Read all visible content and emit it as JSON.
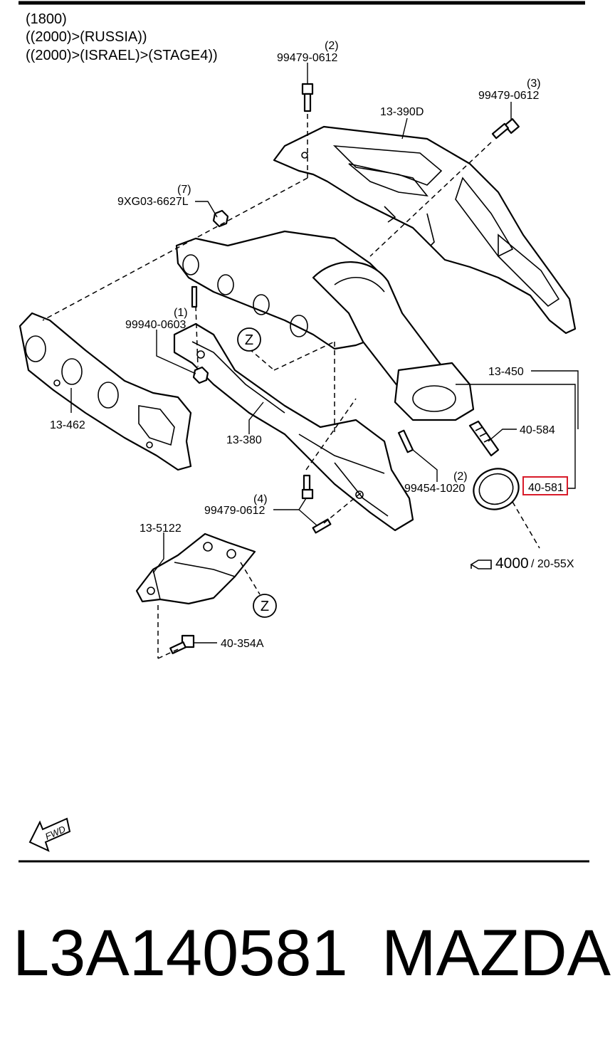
{
  "header": {
    "line1": "(1800)",
    "line2": "((2000)>(RUSSIA))",
    "line3": "((2000)>(ISRAEL)>(STAGE4))"
  },
  "callouts": {
    "bolt_top": {
      "qty": "(2)",
      "code": "99479-0612"
    },
    "bolt_right": {
      "qty": "(3)",
      "code": "99479-0612"
    },
    "heat_shield": "13-390D",
    "nut_top": {
      "qty": "(7)",
      "code": "9XG03-6627L"
    },
    "stud": {
      "qty": "(1)",
      "code": "99940-0603"
    },
    "gasket": "13-462",
    "manifold": "13-380",
    "converter": "13-450",
    "o2_sensor": "40-584",
    "ring_gasket": "40-581",
    "stud_lower": {
      "qty": "(2)",
      "code": "99454-1020"
    },
    "bolt_lower": {
      "qty": "(4)",
      "code": "99479-0612"
    },
    "bracket": "13-5122",
    "bracket_bolt": "40-354A",
    "ref_group": "4000",
    "ref_page": "/ 20-55X",
    "view_marker": "Z"
  },
  "fwd_label": "FWD",
  "part_number": "L3A140581",
  "brand": "MAZDA",
  "colors": {
    "highlight": "#d81b2a",
    "ink": "#000000",
    "paper": "#ffffff"
  }
}
